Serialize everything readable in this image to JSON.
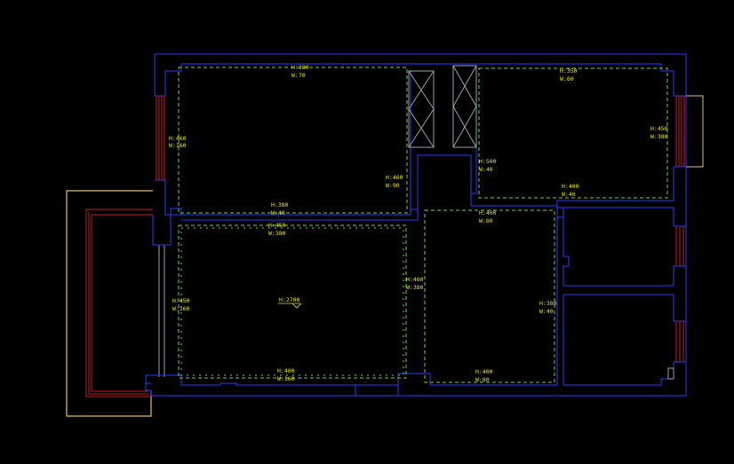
{
  "colors": {
    "background": "#000000",
    "wall": "#2a3cff",
    "dashed": "#6fd04a",
    "window": "#c81e1e",
    "balcony": "#e0c070",
    "text": "#e8e800",
    "fixture": "#9aa0a8"
  },
  "labels": {
    "room_tl_top_h": "H:380",
    "room_tl_top_w": "W:70",
    "room_tl_left_h": "H:460",
    "room_tl_left_w": "W:160",
    "room_tl_right_h": "H:460",
    "room_tl_right_w": "W:90",
    "room_tl_bottom_h": "H:380",
    "room_tl_bottom_w": "W:40",
    "room_tr_top_h": "H:350",
    "room_tr_top_w": "W:60",
    "room_tr_right_h": "H:450",
    "room_tr_right_w": "W:380",
    "room_tr_left_h": "H:500",
    "room_tr_left_w": "W:40",
    "room_tr_bottom_h": "H:400",
    "room_tr_bottom_w": "W:40",
    "living_top_h": "H:450",
    "living_top_w": "W:380",
    "living_left_h": "H:450",
    "living_left_w": "W:160",
    "living_center": "H:2700",
    "living_right_h": "H:460",
    "living_right_w": "W:380",
    "living_bottom_h": "H:400",
    "living_bottom_w": "W:160",
    "mid_top_h": "H:400",
    "mid_top_w": "W:80",
    "mid_right_h": "H:380",
    "mid_right_w": "W:40",
    "mid_bottom_h": "H:400",
    "mid_bottom_w": "W:80"
  }
}
